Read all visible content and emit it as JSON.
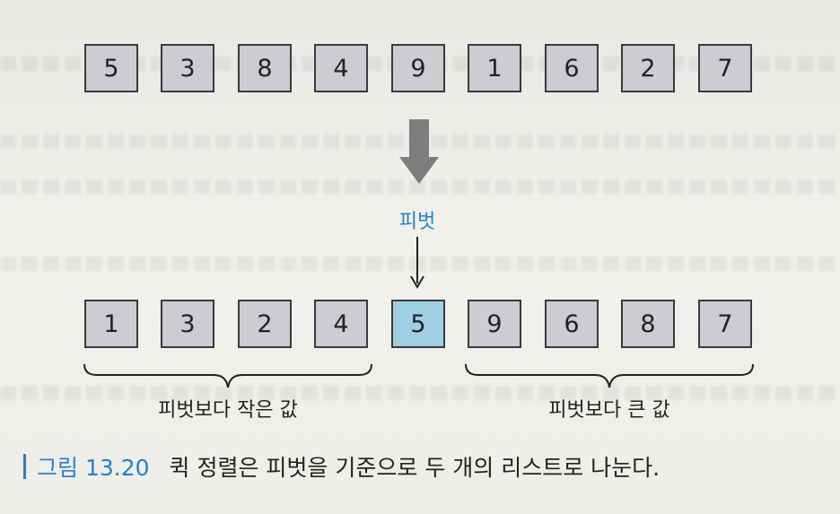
{
  "top_row": [
    "5",
    "3",
    "8",
    "4",
    "9",
    "1",
    "6",
    "2",
    "7"
  ],
  "bottom_row": [
    "1",
    "3",
    "2",
    "4",
    "5",
    "9",
    "6",
    "8",
    "7"
  ],
  "pivot_label": "피벗",
  "left_group_label": "피벗보다 작은 값",
  "right_group_label": "피벗보다 큰 값",
  "caption": {
    "figure_number": "그림 13.20",
    "text": "퀵 정렬은 피벗을 기준으로 두 개의 리스트로 나눈다."
  },
  "colors": {
    "box_fill": "#cbcdd0",
    "pivot_fill": "#9fcfe4",
    "accent": "#2a80c4",
    "arrow_gray": "#7d7d7d"
  }
}
